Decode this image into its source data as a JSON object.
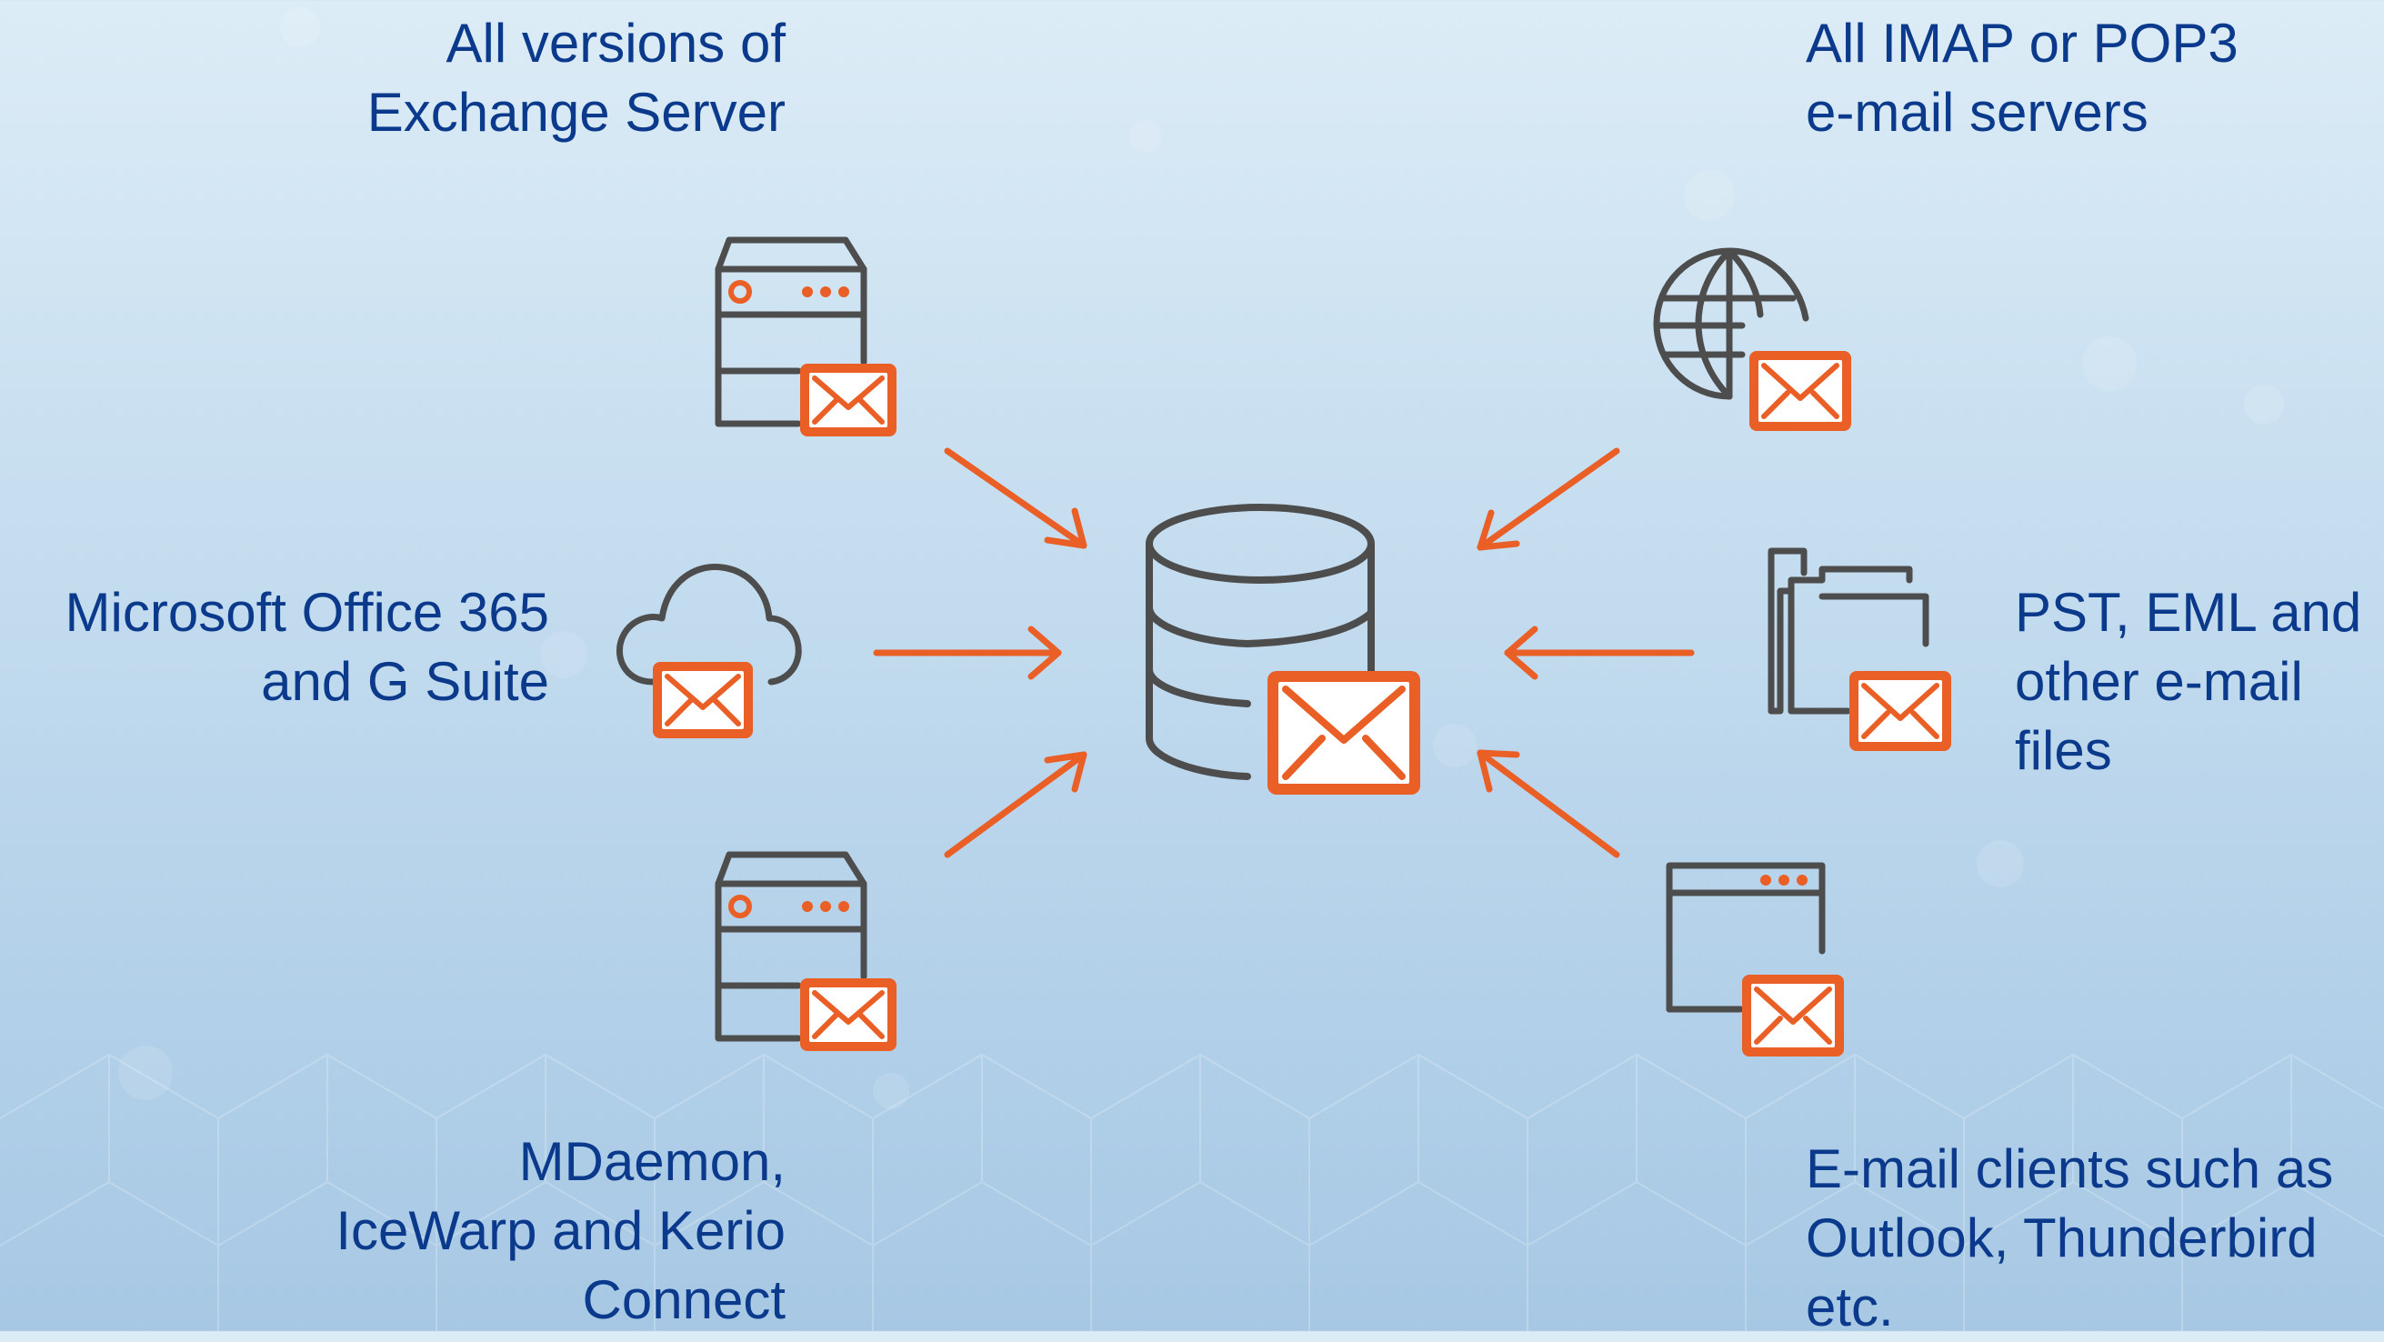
{
  "colors": {
    "accent": "#e95f26",
    "icon_gray": "#4d4d4d",
    "text": "#0b3a8c"
  },
  "sources": {
    "exchange": {
      "icon": "server-mail-icon",
      "lines": [
        "All versions of",
        "Exchange Server"
      ]
    },
    "office365": {
      "icon": "cloud-mail-icon",
      "lines": [
        "Microsoft Office 365",
        "and G Suite"
      ]
    },
    "mdaemon": {
      "icon": "server-mail-icon",
      "lines": [
        "MDaemon,",
        "IceWarp and Kerio",
        "Connect"
      ]
    },
    "imap": {
      "icon": "globe-mail-icon",
      "lines": [
        "All IMAP or POP3",
        "e-mail servers"
      ]
    },
    "pst": {
      "icon": "folder-mail-icon",
      "lines": [
        "PST, EML and",
        "other e-mail",
        "files"
      ]
    },
    "clients": {
      "icon": "window-mail-icon",
      "lines": [
        "E-mail clients such as",
        "Outlook, Thunderbird",
        "etc."
      ]
    }
  },
  "center": {
    "icon": "database-mail-icon"
  }
}
